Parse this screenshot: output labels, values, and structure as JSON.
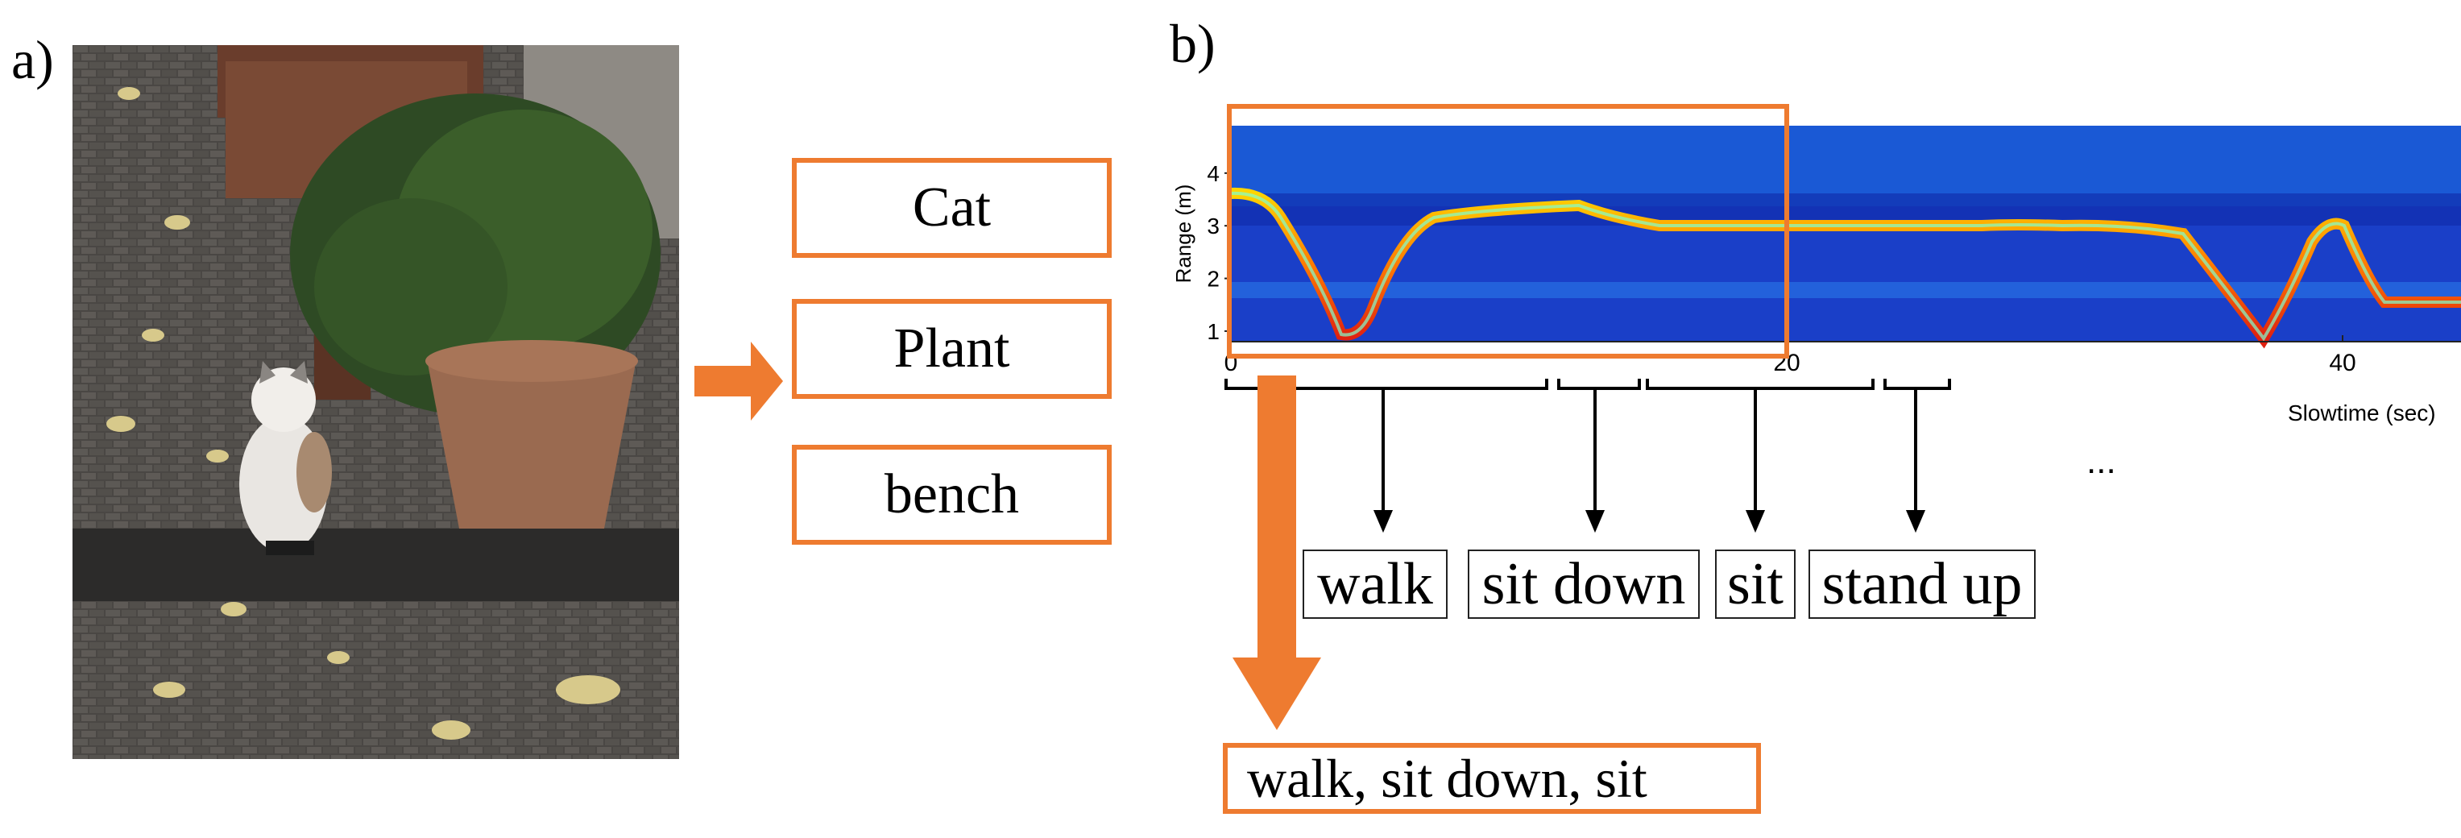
{
  "panels": {
    "a_label": "a)",
    "b_label": "b)"
  },
  "image_labels": [
    "Cat",
    "Plant",
    "bench"
  ],
  "photo": {
    "content": "photo"
  },
  "spectrogram": {
    "ylabel": "Range (m)",
    "xlabel": "Slowtime (sec)",
    "y_ticks": [
      "1",
      "2",
      "3",
      "4"
    ],
    "x_ticks": [
      "0",
      "20",
      "40"
    ],
    "xlim": [
      0,
      46
    ],
    "ylim": [
      0.8,
      4.9
    ]
  },
  "activities": [
    "walk",
    "sit down",
    "sit",
    "stand up"
  ],
  "ellipsis": "...",
  "sequence_label": "walk, sit down, sit",
  "colors": {
    "accent": "#ee7b30",
    "spectrogram_bg": "#1a3fc8",
    "ink": "#000000"
  }
}
